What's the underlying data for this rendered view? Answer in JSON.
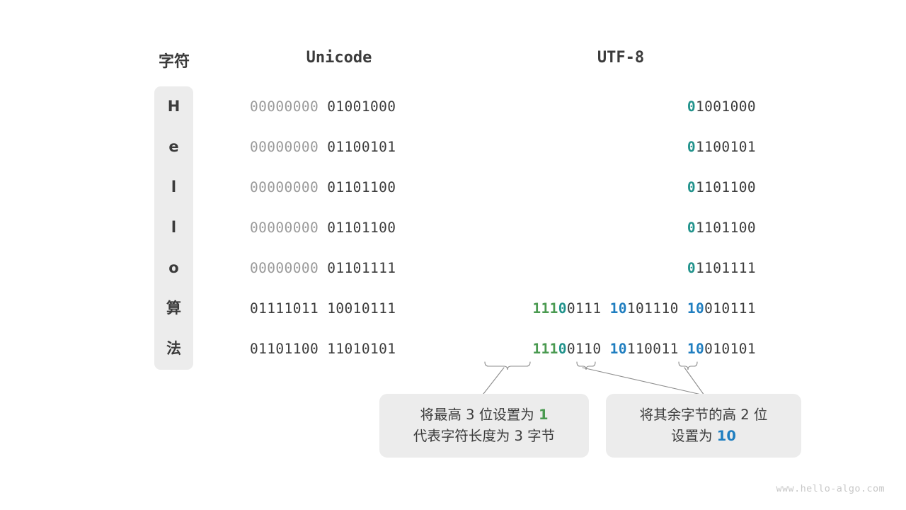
{
  "headers": {
    "char": "字符",
    "unicode": "Unicode",
    "utf8": "UTF-8"
  },
  "colors": {
    "green": "#4a9a50",
    "teal": "#21938c",
    "blue": "#1f7ec0",
    "dim": "#9a9a9a",
    "text": "#3b3b3b",
    "panel": "#ececec"
  },
  "rows": [
    {
      "char": "H",
      "unicode_high": "00000000",
      "unicode_low": "01001000",
      "utf8_bytes": [
        {
          "marker": "0",
          "marker_color": "teal",
          "rest": "1001000"
        }
      ]
    },
    {
      "char": "e",
      "unicode_high": "00000000",
      "unicode_low": "01100101",
      "utf8_bytes": [
        {
          "marker": "0",
          "marker_color": "teal",
          "rest": "1100101"
        }
      ]
    },
    {
      "char": "l",
      "unicode_high": "00000000",
      "unicode_low": "01101100",
      "utf8_bytes": [
        {
          "marker": "0",
          "marker_color": "teal",
          "rest": "1101100"
        }
      ]
    },
    {
      "char": "l",
      "unicode_high": "00000000",
      "unicode_low": "01101100",
      "utf8_bytes": [
        {
          "marker": "0",
          "marker_color": "teal",
          "rest": "1101100"
        }
      ]
    },
    {
      "char": "o",
      "unicode_high": "00000000",
      "unicode_low": "01101111",
      "utf8_bytes": [
        {
          "marker": "0",
          "marker_color": "teal",
          "rest": "1101111"
        }
      ]
    },
    {
      "char": "算",
      "unicode_high": "01111011",
      "unicode_low": "10010111",
      "utf8_bytes": [
        {
          "marker": "111",
          "marker_color": "green",
          "marker2": "0",
          "marker2_color": "teal",
          "rest": "0111"
        },
        {
          "marker": "10",
          "marker_color": "blue",
          "rest": "101110"
        },
        {
          "marker": "10",
          "marker_color": "blue",
          "rest": "010111"
        }
      ]
    },
    {
      "char": "法",
      "unicode_high": "01101100",
      "unicode_low": "11010101",
      "utf8_bytes": [
        {
          "marker": "111",
          "marker_color": "green",
          "marker2": "0",
          "marker2_color": "teal",
          "rest": "0110"
        },
        {
          "marker": "10",
          "marker_color": "blue",
          "rest": "110011"
        },
        {
          "marker": "10",
          "marker_color": "blue",
          "rest": "010101"
        }
      ]
    }
  ],
  "callouts": {
    "left": {
      "line1_a": "将最高 ",
      "line1_n": "3",
      "line1_b": " 位设置为 ",
      "line1_hl": "1",
      "line2": "代表字符长度为 3 字节"
    },
    "right": {
      "line1": "将其余字节的高 2 位",
      "line2_a": "设置为 ",
      "line2_hl": "10"
    }
  },
  "watermark": "www.hello-algo.com"
}
